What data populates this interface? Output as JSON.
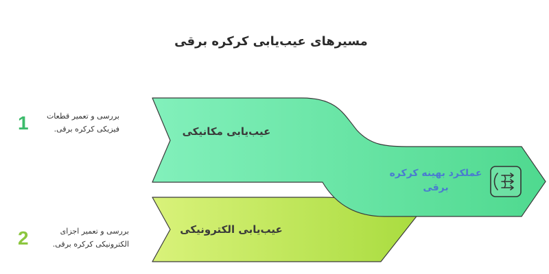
{
  "title": "مسیرهای عیب‌یابی کرکره برقی",
  "steps": [
    {
      "number": "1",
      "description": "بررسی و تعمیر قطعات فیزیکی کرکره برقی.",
      "branch_label": "عیب‌یابی مکانیکی",
      "color": "#3dbb6c"
    },
    {
      "number": "2",
      "description": "بررسی و تعمیر اجزای الکترونیکی کرکره برقی.",
      "branch_label": "عیب‌یابی الکترونیکی",
      "color": "#8cc63f"
    }
  ],
  "outcome": {
    "label": "عملکرد بهینه کرکره برقی",
    "label_color": "#4a7bd0",
    "icon": "integration-arrows-icon"
  },
  "colors": {
    "top_branch_light": "#82f0bb",
    "top_branch_dark": "#4fd98f",
    "bottom_branch_light": "#d9f27a",
    "bottom_branch_dark": "#a9dc3f",
    "outline": "#3a3a3a"
  }
}
